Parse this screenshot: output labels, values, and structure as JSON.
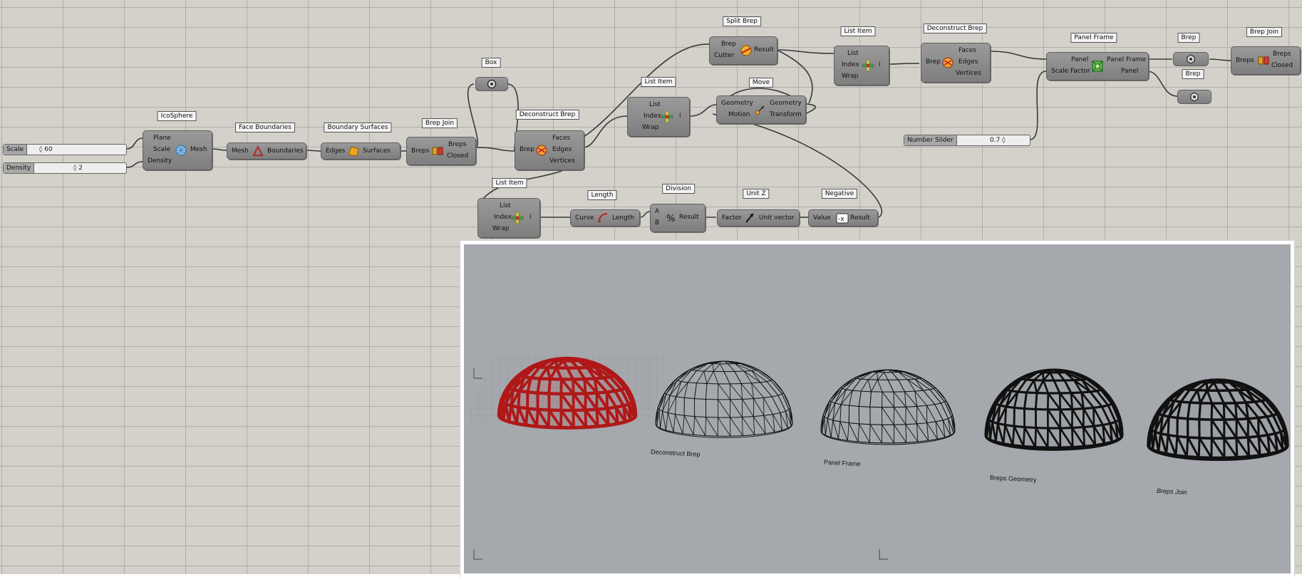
{
  "components": {
    "icosphere": {
      "title": "IcoSphere",
      "inputs": [
        "Plane",
        "Scale",
        "Density"
      ],
      "outputs": [
        "Mesh"
      ],
      "icon": "sphere-icon"
    },
    "face_boundaries": {
      "title": "Face Boundaries",
      "inputs": [
        "Mesh"
      ],
      "outputs": [
        "Boundaries"
      ],
      "icon": "triangle-outline-icon"
    },
    "boundary_surfaces": {
      "title": "Boundary Surfaces",
      "inputs": [
        "Edges"
      ],
      "outputs": [
        "Surfaces"
      ],
      "icon": "surface-icon"
    },
    "brep_join_1": {
      "title": "Brep Join",
      "inputs": [
        "Breps"
      ],
      "outputs": [
        "Breps",
        "Closed"
      ],
      "icon": "join-icon"
    },
    "box": {
      "title": "Box"
    },
    "deconstruct_brep_1": {
      "title": "Deconstruct Brep",
      "inputs": [
        "Brep"
      ],
      "outputs": [
        "Faces",
        "Edges",
        "Vertices"
      ],
      "icon": "deconstruct-icon"
    },
    "list_item_1": {
      "title": "List Item",
      "inputs": [
        "List",
        "Index",
        "Wrap"
      ],
      "outputs": [
        "i"
      ],
      "icon": "list-item-icon"
    },
    "list_item_2": {
      "title": "List Item",
      "inputs": [
        "List",
        "Index",
        "Wrap"
      ],
      "outputs": [
        "i"
      ],
      "icon": "list-item-icon"
    },
    "length": {
      "title": "Length",
      "inputs": [
        "Curve"
      ],
      "outputs": [
        "Length"
      ],
      "icon": "curve-length-icon"
    },
    "division": {
      "title": "Division",
      "inputs": [
        "A",
        "B"
      ],
      "outputs": [
        "Result"
      ],
      "icon": "division-icon"
    },
    "unit_z": {
      "title": "Unit Z",
      "inputs": [
        "Factor"
      ],
      "outputs": [
        "Unit vector"
      ],
      "icon": "vector-icon"
    },
    "negative": {
      "title": "Negative",
      "inputs": [
        "Value"
      ],
      "outputs": [
        "Result"
      ],
      "icon": "negative-icon"
    },
    "split_brep": {
      "title": "Split Brep",
      "inputs": [
        "Brep",
        "Cutter"
      ],
      "outputs": [
        "Result"
      ],
      "icon": "split-icon"
    },
    "move": {
      "title": "Move",
      "inputs": [
        "Geometry",
        "Motion"
      ],
      "outputs": [
        "Geometry",
        "Transform"
      ],
      "icon": "move-icon"
    },
    "list_item_3": {
      "title": "List Item",
      "inputs": [
        "List",
        "Index",
        "Wrap"
      ],
      "outputs": [
        "i"
      ],
      "icon": "list-item-icon"
    },
    "deconstruct_brep_2": {
      "title": "Deconstruct Brep",
      "inputs": [
        "Brep"
      ],
      "outputs": [
        "Faces",
        "Edges",
        "Vertices"
      ],
      "icon": "deconstruct-icon"
    },
    "panel_frame": {
      "title": "Panel Frame",
      "inputs": [
        "Panel",
        "Scale Factor"
      ],
      "outputs": [
        "Panel Frame",
        "Panel"
      ],
      "icon": "panel-frame-icon"
    },
    "brep_1": {
      "title": "Brep"
    },
    "brep_2": {
      "title": "Brep"
    },
    "brep_join_2": {
      "title": "Brep Join",
      "inputs": [
        "Breps"
      ],
      "outputs": [
        "Breps",
        "Closed"
      ],
      "icon": "join-icon"
    }
  },
  "sliders": {
    "scale": {
      "name": "Scale",
      "value": "◊ 60"
    },
    "density": {
      "name": "Density",
      "value": "◊ 2"
    },
    "number": {
      "name": "Number Slider",
      "value": "0.7 ◊"
    }
  },
  "viewport": {
    "labels": [
      "Deconstruct Brep",
      "Panel Frame",
      "Breps Geometry",
      "Breps Join"
    ],
    "colors": {
      "background": "#a5a9ad",
      "selected": "#b01818",
      "wire": "#111111"
    }
  }
}
